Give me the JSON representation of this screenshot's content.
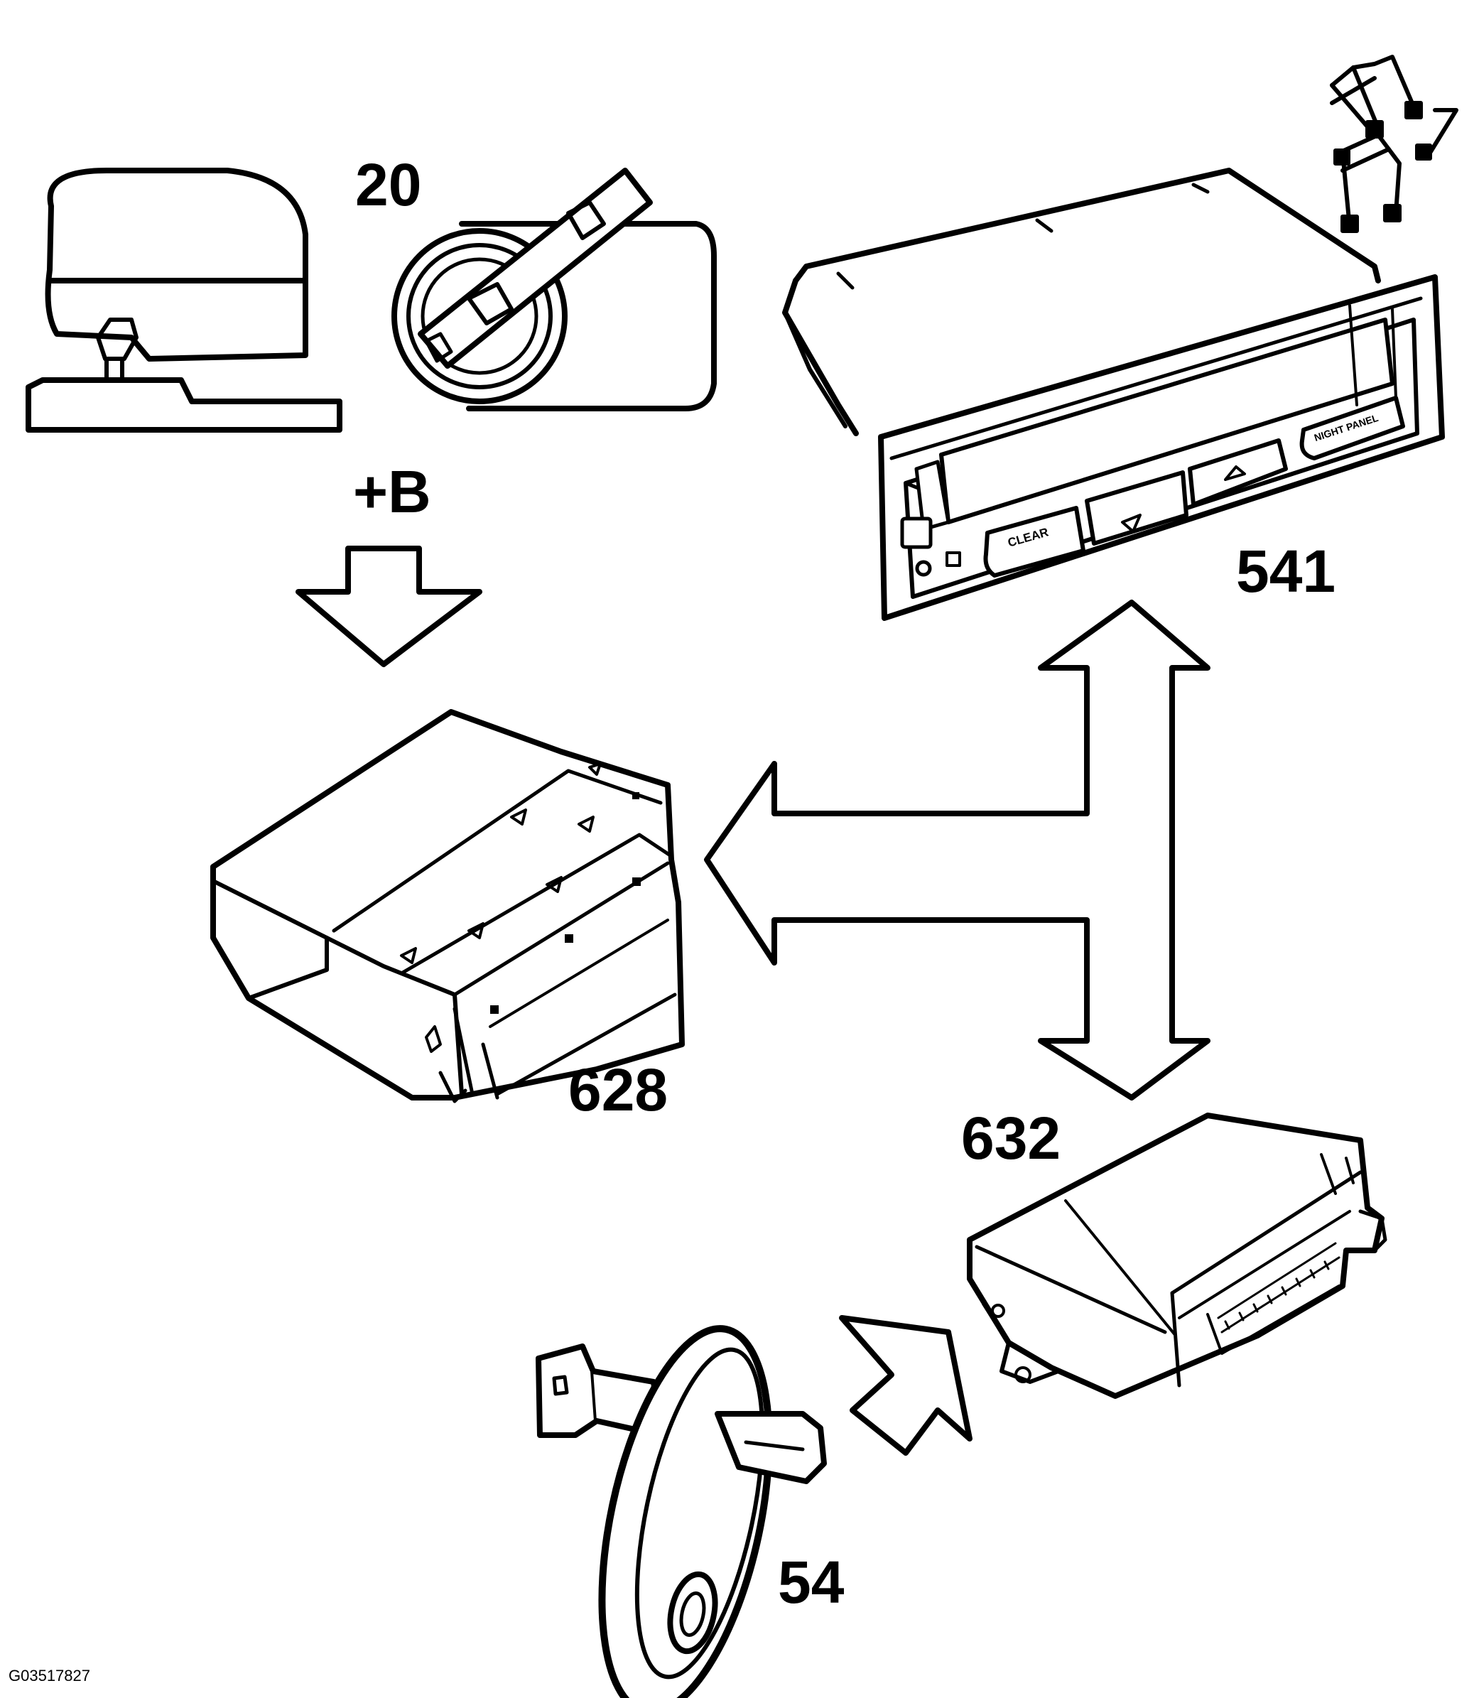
{
  "labels": {
    "ignition_switch": "20",
    "battery_plus": "+B",
    "display_unit": "541",
    "control_module_a": "628",
    "control_module_b": "632",
    "door_switch": "54",
    "figure_ref": "G03517827"
  },
  "display_buttons": {
    "clear": "CLEAR",
    "night_panel": "NIGHT PANEL"
  },
  "colors": {
    "ink": "#000000",
    "paper": "#ffffff"
  }
}
